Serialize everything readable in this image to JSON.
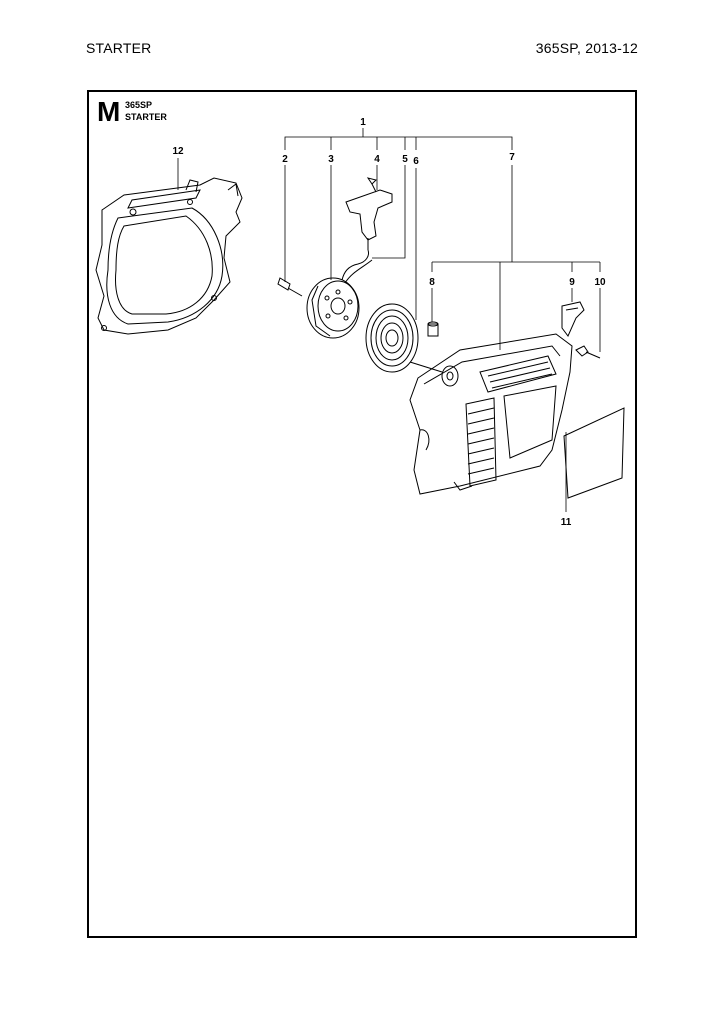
{
  "header": {
    "left": "STARTER",
    "right": "365SP, 2013-12"
  },
  "section": {
    "letter": "M",
    "model": "365SP",
    "title": "STARTER"
  },
  "callouts": [
    "1",
    "2",
    "3",
    "4",
    "5",
    "6",
    "7",
    "8",
    "9",
    "10",
    "11",
    "12"
  ]
}
